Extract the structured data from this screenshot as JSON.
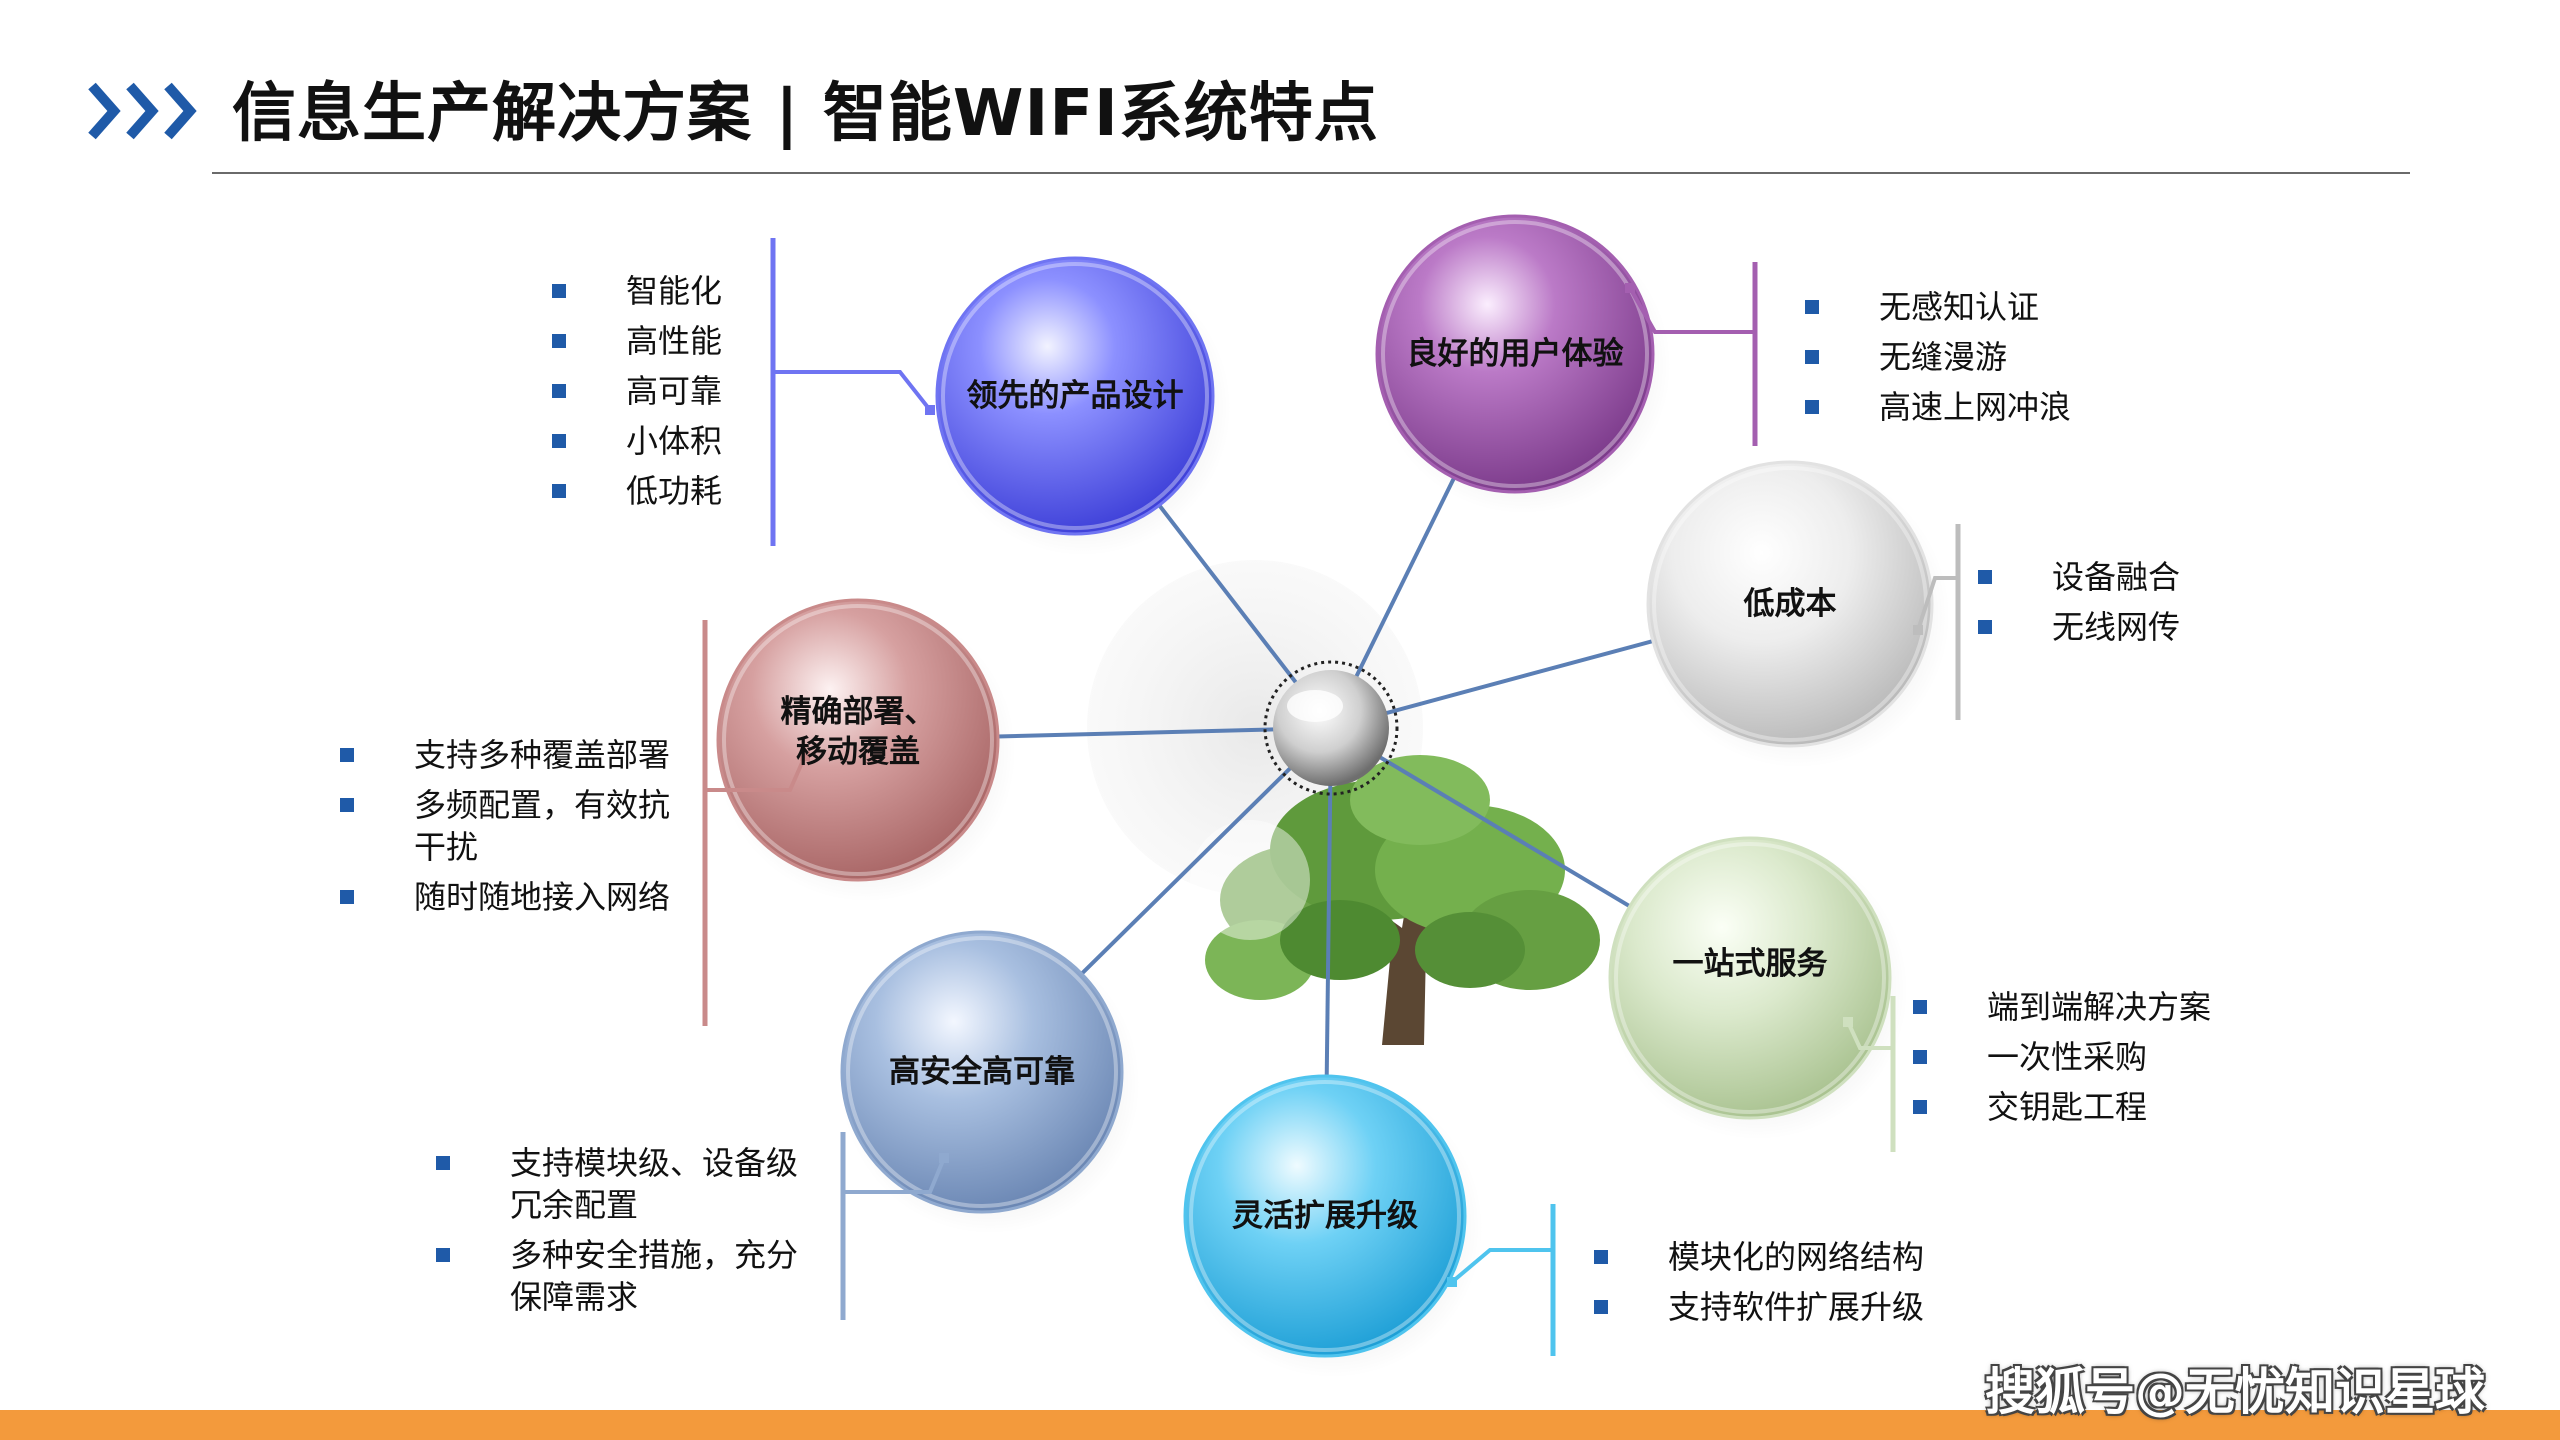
{
  "header": {
    "title": "信息生产解决方案 | 智能WIFI系统特点"
  },
  "watermark": "搜狐号@无忧知识星球",
  "colors": {
    "title_chevron": "#1f5aa8",
    "footer_bar": "#f39a3c",
    "bullet": "#1f5aa8",
    "connector": "#5b7fb5"
  },
  "center": {
    "icon": "glass-sphere",
    "decoration": "tree"
  },
  "features": [
    {
      "id": "product-design",
      "label": "领先的产品设计",
      "color": "#6f74f2",
      "items": [
        "智能化",
        "高性能",
        "高可靠",
        "小体积",
        "低功耗"
      ]
    },
    {
      "id": "user-experience",
      "label": "良好的用户体验",
      "color": "#a45fb0",
      "items": [
        "无感知认证",
        "无缝漫游",
        "高速上网冲浪"
      ]
    },
    {
      "id": "low-cost",
      "label": "低成本",
      "color": "#e2e2e2",
      "items": [
        "设备融合",
        "无线网传"
      ]
    },
    {
      "id": "deployment",
      "label": "精确部署、移动覆盖",
      "label_lines": [
        "精确部署、",
        "移动覆盖"
      ],
      "color": "#c98a8a",
      "items": [
        "支持多种覆盖部署",
        "多频配置，有效抗干扰",
        "随时随地接入网络"
      ],
      "item_lines": [
        [
          "支持多种覆盖部署"
        ],
        [
          "多频配置，有效抗",
          "干扰"
        ],
        [
          "随时随地接入网络"
        ]
      ]
    },
    {
      "id": "one-stop",
      "label": "一站式服务",
      "color": "#cfe0bf",
      "items": [
        "端到端解决方案",
        "一次性采购",
        "交钥匙工程"
      ]
    },
    {
      "id": "security",
      "label": "高安全高可靠",
      "color": "#8fa9cf",
      "items": [
        "支持模块级、设备级冗余配置",
        "多种安全措施，充分保障需求"
      ],
      "item_lines": [
        [
          "支持模块级、设备级",
          "冗余配置"
        ],
        [
          "多种安全措施，充分",
          "保障需求"
        ]
      ]
    },
    {
      "id": "expansion",
      "label": "灵活扩展升级",
      "color": "#4fc4ee",
      "items": [
        "模块化的网络结构",
        "支持软件扩展升级"
      ]
    }
  ]
}
